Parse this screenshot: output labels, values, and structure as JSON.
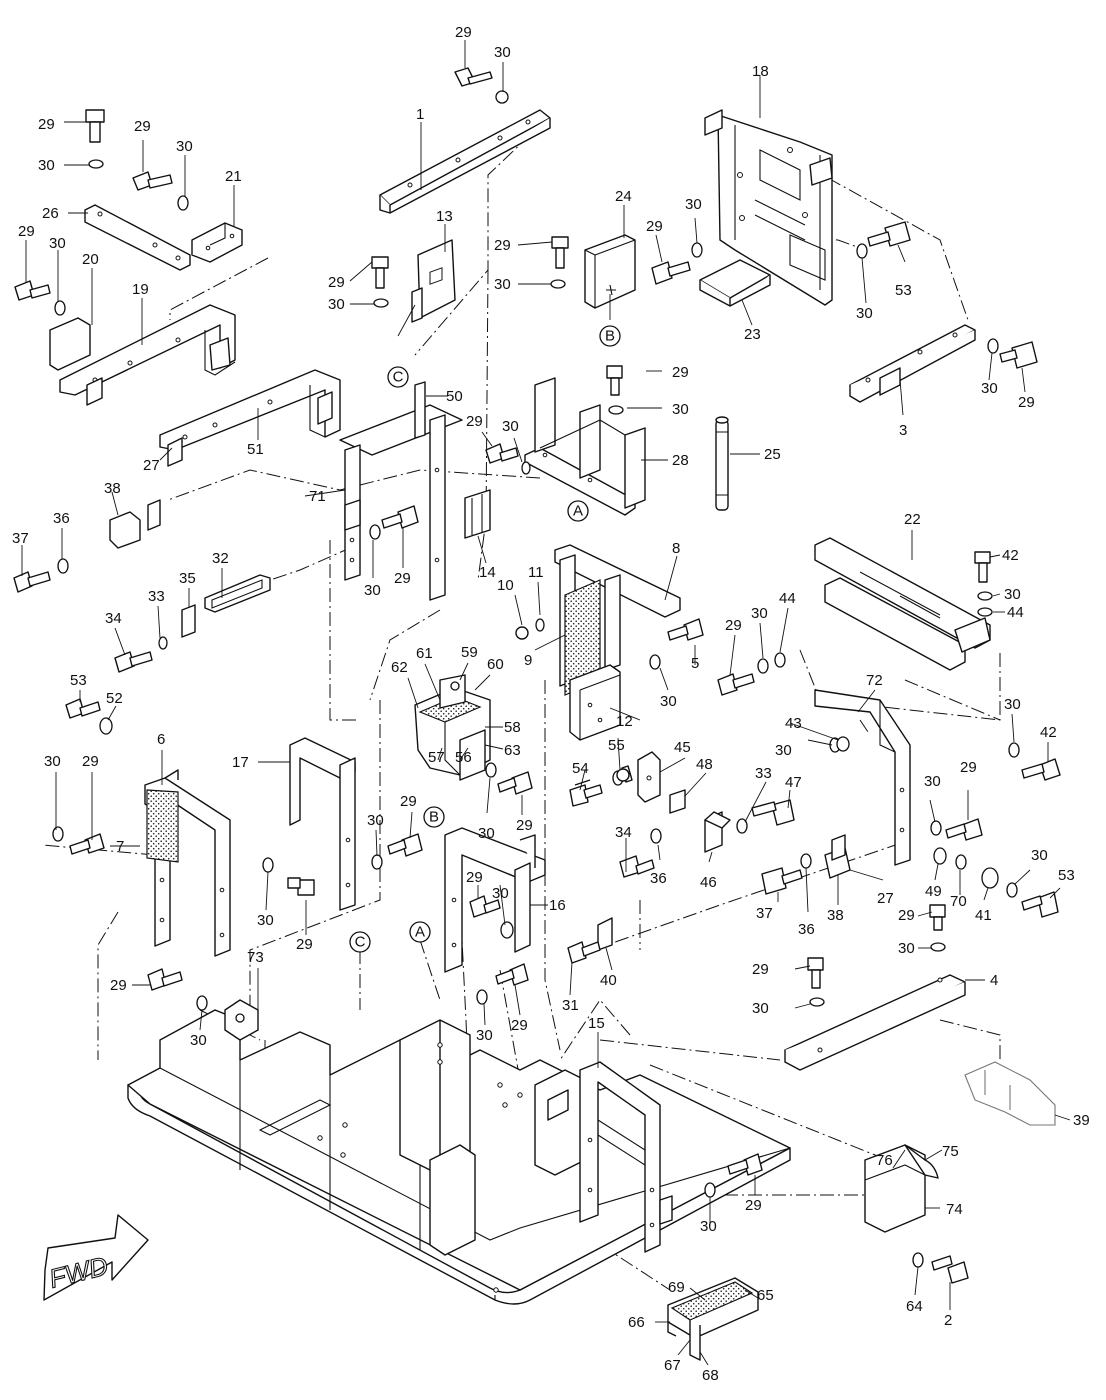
{
  "diagram": {
    "direction_label": "FWD",
    "view_markers": [
      "A",
      "B",
      "C"
    ],
    "part_numbers": [
      "1",
      "2",
      "3",
      "4",
      "5",
      "6",
      "7",
      "8",
      "9",
      "10",
      "11",
      "12",
      "13",
      "14",
      "15",
      "16",
      "17",
      "18",
      "19",
      "20",
      "21",
      "22",
      "23",
      "24",
      "25",
      "26",
      "27",
      "28",
      "29",
      "30",
      "31",
      "32",
      "33",
      "34",
      "35",
      "36",
      "37",
      "38",
      "39",
      "40",
      "41",
      "42",
      "43",
      "44",
      "45",
      "46",
      "47",
      "48",
      "49",
      "50",
      "51",
      "52",
      "53",
      "54",
      "55",
      "56",
      "57",
      "58",
      "59",
      "60",
      "61",
      "62",
      "63",
      "64",
      "65",
      "66",
      "67",
      "68",
      "69",
      "70",
      "71",
      "72",
      "73",
      "74",
      "75",
      "76"
    ]
  }
}
